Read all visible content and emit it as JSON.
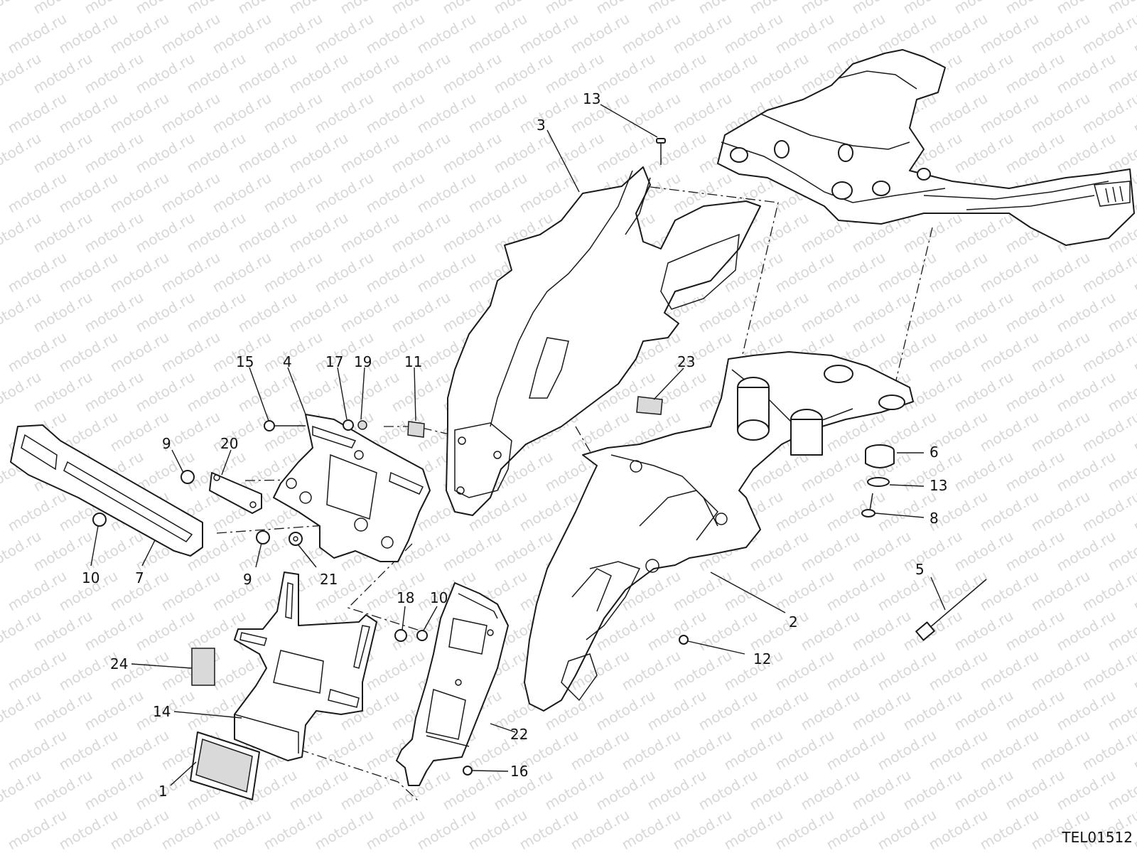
{
  "watermark": {
    "text": "motod.ru"
  },
  "drawing_code": "TEL01512",
  "callouts": [
    "1",
    "2",
    "3",
    "4",
    "5",
    "6",
    "7",
    "8",
    "9",
    "9",
    "10",
    "10",
    "11",
    "12",
    "13",
    "13",
    "14",
    "15",
    "16",
    "17",
    "18",
    "19",
    "20",
    "21",
    "22",
    "23",
    "24"
  ]
}
